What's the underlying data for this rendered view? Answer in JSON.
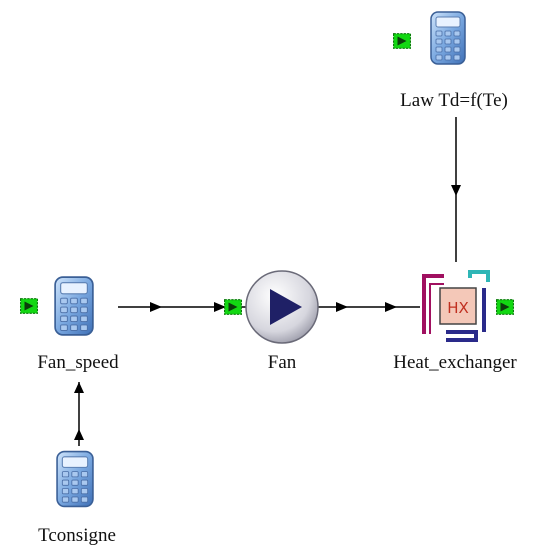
{
  "diagram": {
    "nodes": [
      {
        "id": "law",
        "label": "Law Td=f(Te)",
        "kind": "calculator"
      },
      {
        "id": "fan_speed",
        "label": "Fan_speed",
        "kind": "calculator"
      },
      {
        "id": "fan",
        "label": "Fan",
        "kind": "fan"
      },
      {
        "id": "heat_exchanger",
        "label": "Heat_exchanger",
        "kind": "heat-exchanger",
        "symbol_text": "HX"
      },
      {
        "id": "tconsigne",
        "label": "Tconsigne",
        "kind": "calculator"
      }
    ],
    "connections": [
      {
        "from": "law",
        "to": "heat_exchanger"
      },
      {
        "from": "fan_speed",
        "to": "fan"
      },
      {
        "from": "fan",
        "to": "heat_exchanger"
      },
      {
        "from": "tconsigne",
        "to": "fan_speed"
      }
    ]
  },
  "colors": {
    "port": "#12d812",
    "port_border": "#0a7a0a",
    "wire": "#000000",
    "calculator_body": "#6f9fd6",
    "fan_play": "#1f2066",
    "hx_top": "#a01060",
    "hx_teal": "#2fb6b6",
    "hx_bottom": "#2a2a8a",
    "hx_body": "#f4c8b8",
    "hx_text": "#c03020"
  }
}
